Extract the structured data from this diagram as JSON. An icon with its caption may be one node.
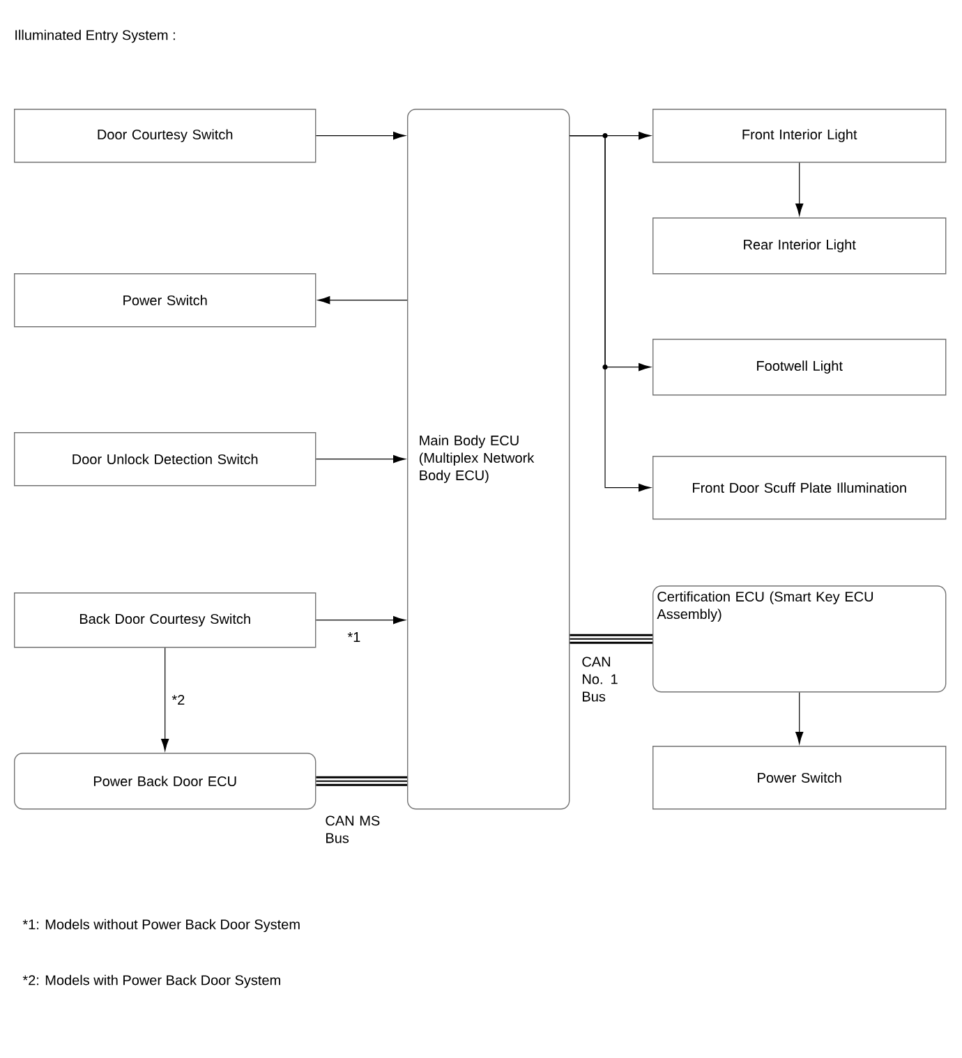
{
  "diagram": {
    "title": "Illuminated Entry System :",
    "nodes": [
      {
        "text": [
          "Door Courtesy Switch"
        ]
      },
      {
        "text": [
          "Power Switch"
        ]
      },
      {
        "text": [
          "Door Unlock Detection Switch"
        ]
      },
      {
        "text": [
          "Back Door Courtesy Switch"
        ]
      },
      {
        "text": [
          "Power Back Door ECU"
        ]
      },
      {
        "text": [
          "Main Body ECU (Multiplex Network Body ECU)"
        ]
      },
      {
        "text": [
          "Front Interior Light"
        ]
      },
      {
        "text": [
          "Rear Interior Light"
        ]
      },
      {
        "text": [
          "Footwell Light"
        ]
      },
      {
        "text": [
          "Front Door Scuff Plate Illumination"
        ]
      },
      {
        "text": [
          "Certification ECU (Smart Key ECU Assembly)"
        ]
      },
      {
        "text": [
          "Power Switch"
        ]
      }
    ],
    "edges": [
      {
        "from": 0,
        "to": 5,
        "arrow": "to"
      },
      {
        "from": 5,
        "to": 1,
        "arrow": "to"
      },
      {
        "from": 2,
        "to": 5,
        "arrow": "to"
      },
      {
        "from": 3,
        "to": 5,
        "arrow": "to",
        "label": "*1"
      },
      {
        "from": 3,
        "to": 4,
        "arrow": "to",
        "label": "*2"
      },
      {
        "from": 4,
        "to": 5,
        "arrow": "none",
        "style": "thick",
        "label": "CAN MS Bus"
      },
      {
        "from": 5,
        "to": 6,
        "arrow": "to"
      },
      {
        "from": 6,
        "to": 7,
        "arrow": "to"
      },
      {
        "from": 5,
        "to": 8,
        "arrow": "to"
      },
      {
        "from": 5,
        "to": 9,
        "arrow": "to"
      },
      {
        "from": 5,
        "to": 10,
        "arrow": "none",
        "style": "thick",
        "label": "CAN No. 1 Bus"
      },
      {
        "from": 10,
        "to": 11,
        "arrow": "to"
      }
    ],
    "labels": [
      "*1: Models without Power Back Door System",
      "*2: Models with Power Back Door System"
    ]
  }
}
